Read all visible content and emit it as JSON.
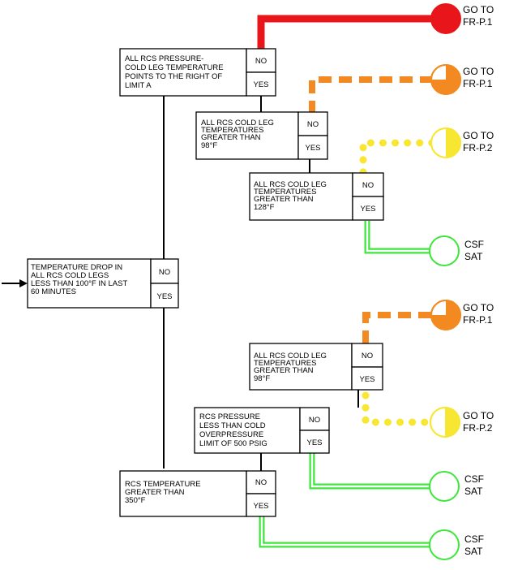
{
  "entry_arrow": "→",
  "colors": {
    "red": "#e8151b",
    "orange": "#f28a21",
    "yellow": "#f7e732",
    "green": "#3de63a",
    "black": "#000000"
  },
  "decisions": {
    "temp_drop": {
      "lines": [
        "TEMPERATURE DROP IN",
        "ALL RCS COLD LEGS",
        "LESS THAN 100°F IN LAST",
        "60 MINUTES"
      ],
      "no": "NO",
      "yes": "YES"
    },
    "pressure_temp_limit": {
      "lines": [
        "ALL RCS PRESSURE-",
        "COLD LEG TEMPERATURE",
        "POINTS TO THE RIGHT OF",
        "LIMIT A"
      ],
      "no": "NO",
      "yes": "YES"
    },
    "cold_leg_98_top": {
      "lines": [
        "ALL RCS COLD LEG",
        "TEMPERATURES",
        "GREATER THAN",
        "98°F"
      ],
      "no": "NO",
      "yes": "YES"
    },
    "cold_leg_128": {
      "lines": [
        "ALL RCS COLD LEG",
        "TEMPERATURES",
        "GREATER THAN",
        "128°F"
      ],
      "no": "NO",
      "yes": "YES"
    },
    "cold_leg_98_bottom": {
      "lines": [
        "ALL RCS COLD LEG",
        "TEMPERATURES",
        "GREATER THAN",
        "98°F"
      ],
      "no": "NO",
      "yes": "YES"
    },
    "rcs_pressure_limit": {
      "lines": [
        "RCS PRESSURE",
        "LESS THAN COLD",
        "OVERPRESSURE",
        "LIMIT OF 500 PSIG"
      ],
      "no": "NO",
      "yes": "YES"
    },
    "rcs_temp_350": {
      "lines": [
        "RCS TEMPERATURE",
        "GREATER THAN",
        "350°F"
      ],
      "no": "NO",
      "yes": "YES"
    }
  },
  "outcomes": {
    "red_p1": {
      "lines": [
        "GO TO",
        "FR-P.1"
      ],
      "status": "red",
      "fill_fraction": 1.0
    },
    "orange_p1_top": {
      "lines": [
        "GO TO",
        "FR-P.1"
      ],
      "status": "orange",
      "fill_fraction": 0.75
    },
    "yellow_p2_top": {
      "lines": [
        "GO TO",
        "FR-P.2"
      ],
      "status": "yellow",
      "fill_fraction": 0.5
    },
    "csf_sat_1": {
      "lines": [
        "CSF",
        "SAT"
      ],
      "status": "green",
      "fill_fraction": 0
    },
    "orange_p1_bottom": {
      "lines": [
        "GO TO",
        "FR-P.1"
      ],
      "status": "orange",
      "fill_fraction": 0.75
    },
    "yellow_p2_bottom": {
      "lines": [
        "GO TO",
        "FR-P.2"
      ],
      "status": "yellow",
      "fill_fraction": 0.5
    },
    "csf_sat_2": {
      "lines": [
        "CSF",
        "SAT"
      ],
      "status": "green",
      "fill_fraction": 0
    },
    "csf_sat_3": {
      "lines": [
        "CSF",
        "SAT"
      ],
      "status": "green",
      "fill_fraction": 0
    }
  }
}
